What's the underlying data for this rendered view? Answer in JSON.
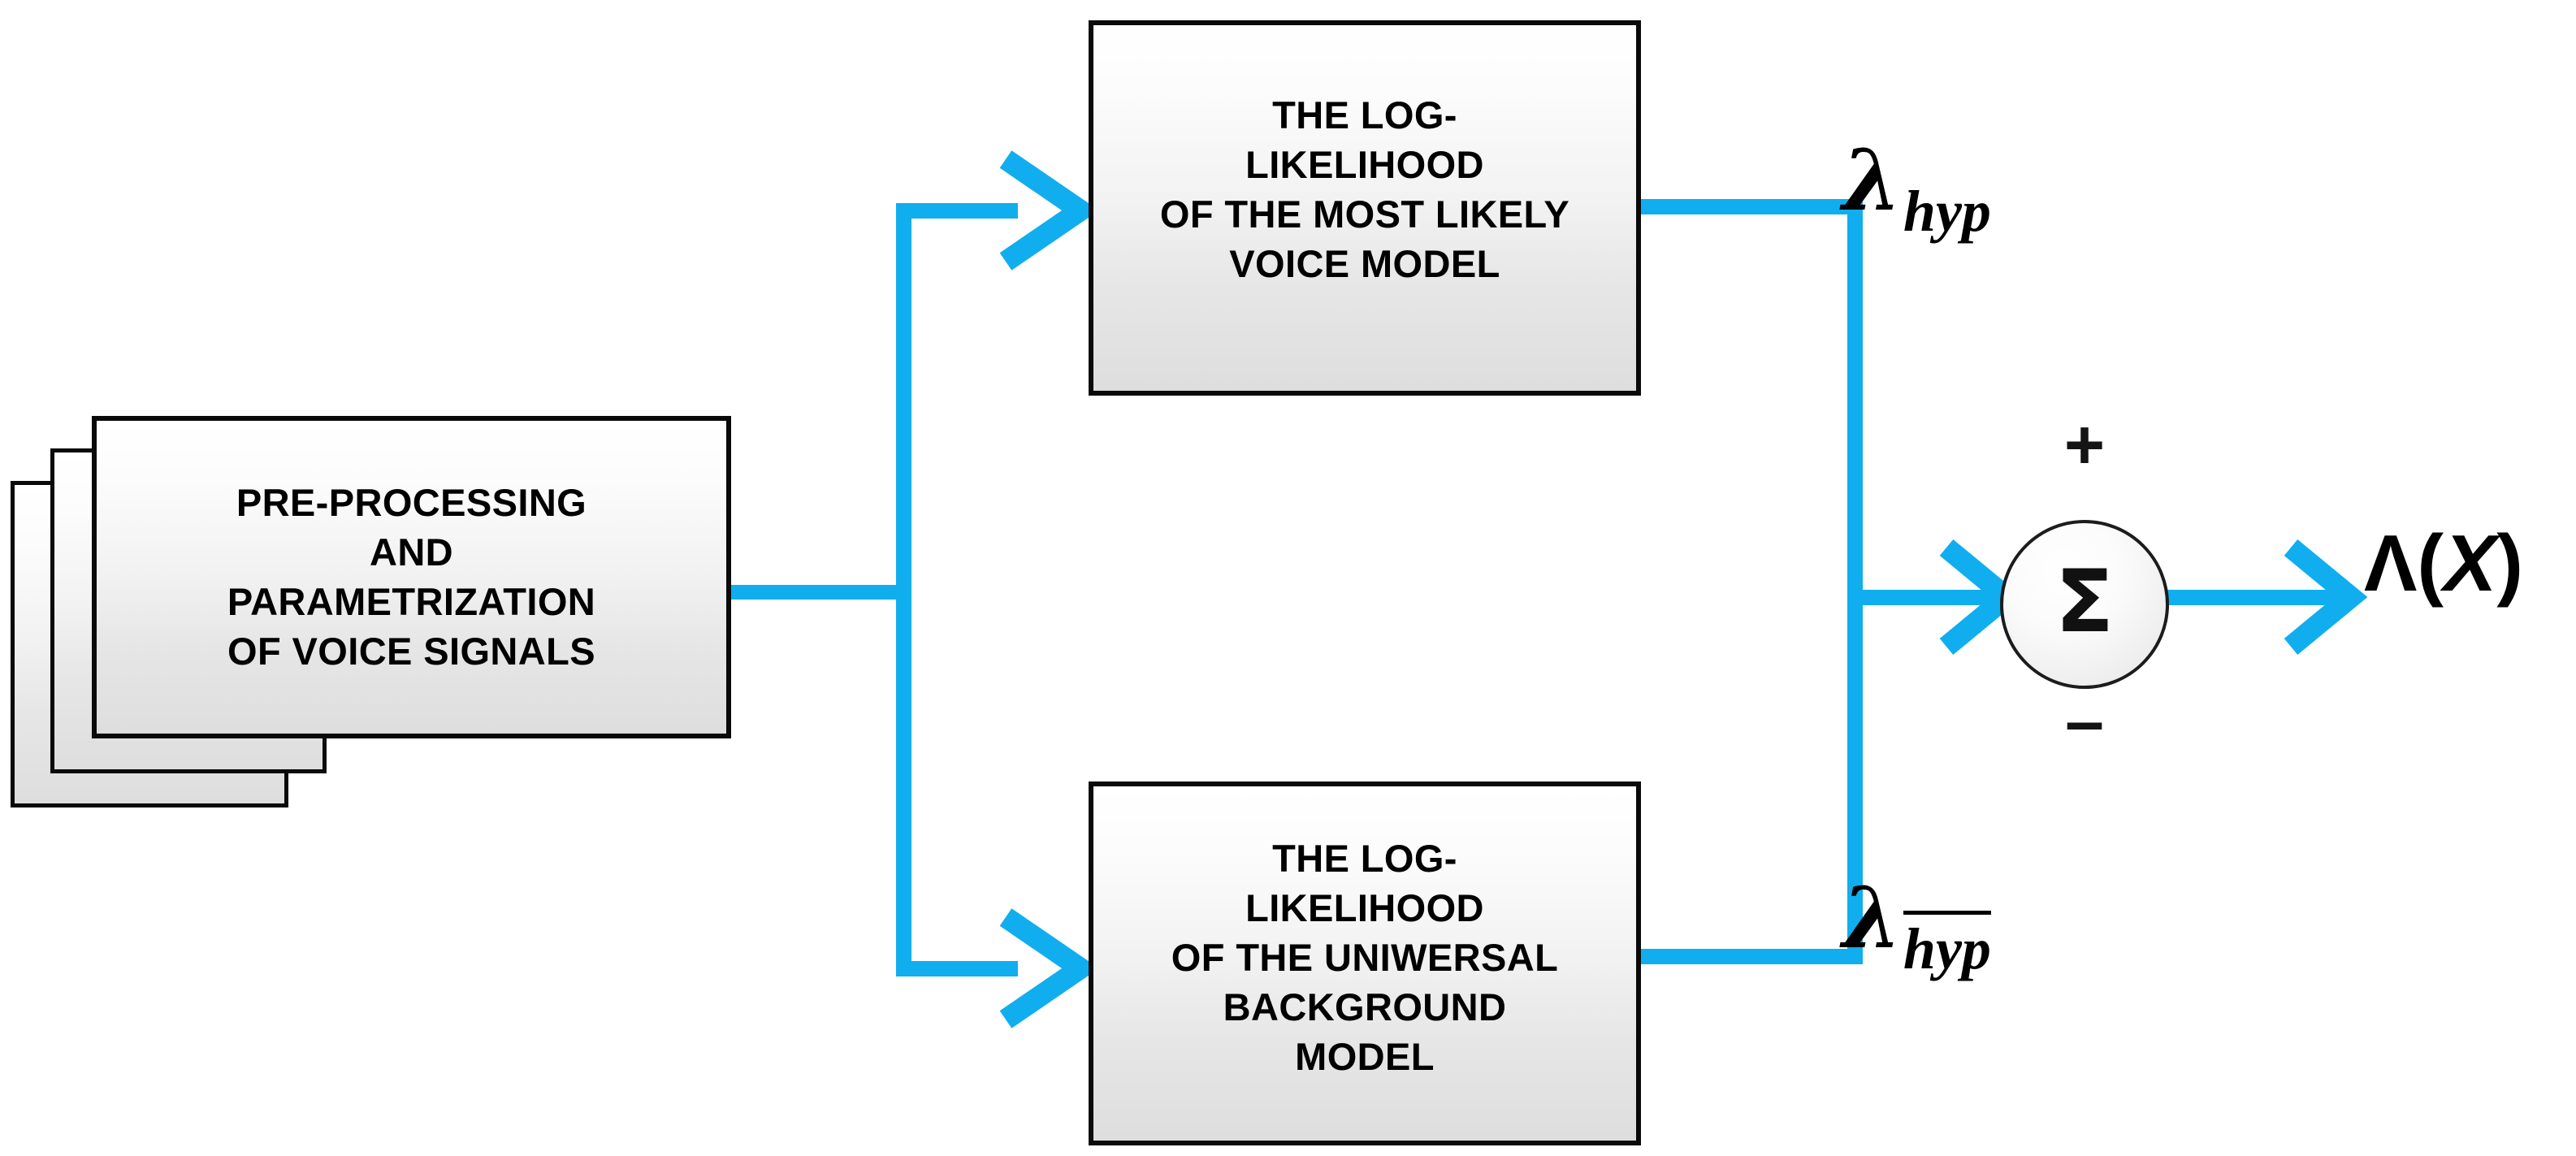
{
  "diagram": {
    "title": "Speaker verification log-likelihood ratio block diagram",
    "accent_color": "#10aeef",
    "box_border_color": "#0a0a0a",
    "text_color": "#000000"
  },
  "input_stack": {
    "name": "voice-signal-documents",
    "sheet_count": 3,
    "lines": [
      "PRE-PROCESSING",
      "AND",
      "PARAMETRIZATION",
      "OF VOICE SIGNALS"
    ]
  },
  "blocks": [
    {
      "id": "hypothesized-model",
      "lines": [
        "THE LOG-",
        "LIKELIHOOD",
        "OF THE MOST LIKELY",
        "VOICE MODEL"
      ]
    },
    {
      "id": "universal-background-model",
      "lines": [
        "THE LOG-",
        "LIKELIHOOD",
        "OF THE UNIWERSAL",
        "BACKGROUND",
        "MODEL"
      ]
    }
  ],
  "summation": {
    "glyph": "Σ",
    "glyph_name": "sigma-summation",
    "plus_label": "+",
    "minus_label": "–"
  },
  "labels": {
    "lambda_symbol": "λ",
    "hyp_subscript": "hyp",
    "hyp_bar_subscript": "hyp",
    "output": "Λ(",
    "output_var": "X",
    "output_close": ")"
  }
}
